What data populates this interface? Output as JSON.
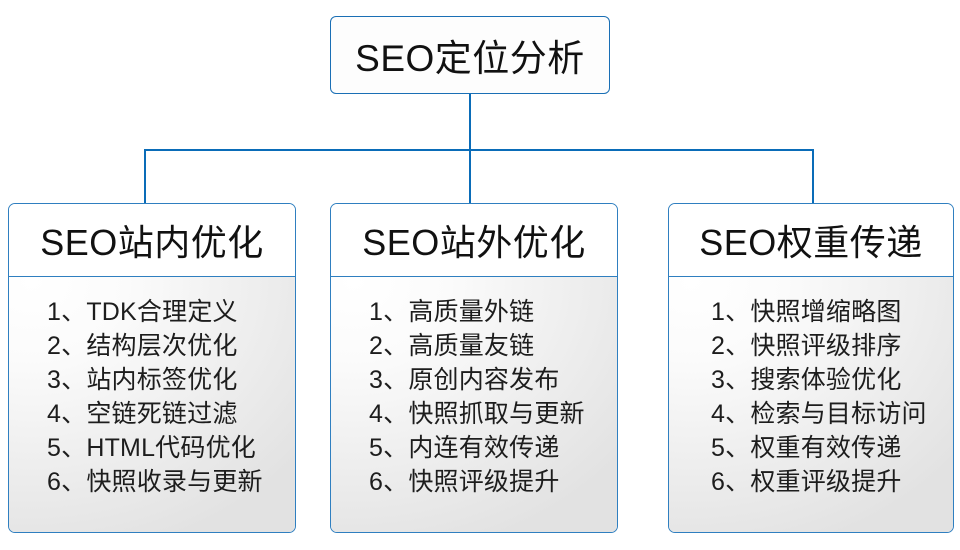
{
  "diagram": {
    "type": "organization-tree",
    "accent_color": "#1a6fb5",
    "connector_color": "#0a6cb8",
    "background_color": "#ffffff",
    "text_color": "#1d1d1d",
    "root": {
      "label": "SEO定位分析"
    },
    "branches": [
      {
        "id": "seo-onsite",
        "title": "SEO站内优化",
        "items": [
          {
            "index": "1、",
            "label": "TDK合理定义"
          },
          {
            "index": "2、",
            "label": "结构层次优化"
          },
          {
            "index": "3、",
            "label": "站内标签优化"
          },
          {
            "index": "4、",
            "label": "空链死链过滤"
          },
          {
            "index": "5、",
            "label": "HTML代码优化"
          },
          {
            "index": "6、",
            "label": "快照收录与更新"
          }
        ]
      },
      {
        "id": "seo-offsite",
        "title": "SEO站外优化",
        "items": [
          {
            "index": "1、",
            "label": "高质量外链"
          },
          {
            "index": "2、",
            "label": "高质量友链"
          },
          {
            "index": "3、",
            "label": "原创内容发布"
          },
          {
            "index": "4、",
            "label": "快照抓取与更新"
          },
          {
            "index": "5、",
            "label": "内连有效传递"
          },
          {
            "index": "6、",
            "label": "快照评级提升"
          }
        ]
      },
      {
        "id": "seo-weight",
        "title": "SEO权重传递",
        "items": [
          {
            "index": "1、",
            "label": "快照增缩略图"
          },
          {
            "index": "2、",
            "label": "快照评级排序"
          },
          {
            "index": "3、",
            "label": "搜索体验优化"
          },
          {
            "index": "4、",
            "label": "检索与目标访问"
          },
          {
            "index": "5、",
            "label": "权重有效传递"
          },
          {
            "index": "6、",
            "label": "权重评级提升"
          }
        ]
      }
    ]
  }
}
